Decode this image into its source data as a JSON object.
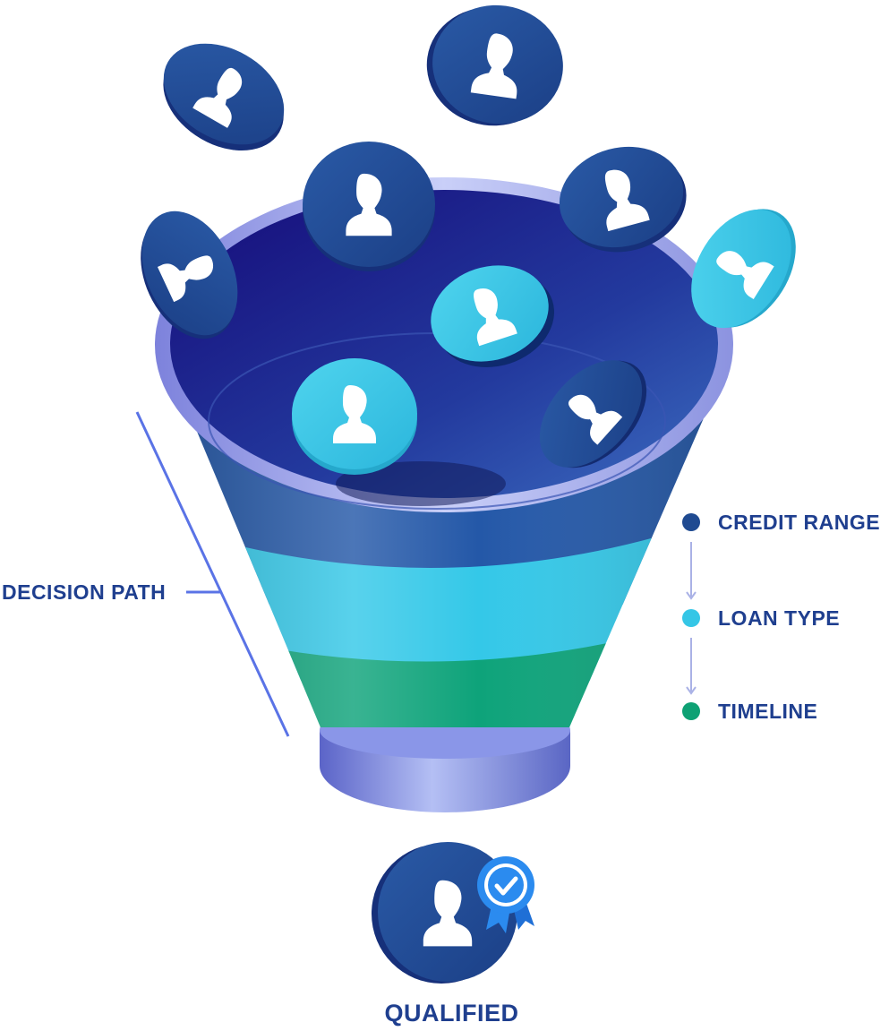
{
  "left_label": "DECISION PATH",
  "stages": [
    {
      "label": "CREDIT RANGE",
      "color": "#1f4a91"
    },
    {
      "label": "LOAN TYPE",
      "color": "#35c6e6"
    },
    {
      "label": "TIMELINE",
      "color": "#0ea174"
    }
  ],
  "bottom_label": "QUALIFIED",
  "colors": {
    "text": "#1f3f8f",
    "funnel_top": "#2456a8",
    "funnel_middle": "#33c7e8",
    "funnel_bottom": "#0ea37a",
    "funnel_rim": "#aab4f0",
    "coin_dark": "#1f4c93",
    "coin_light": "#3cc8e6",
    "badge": "#2b8bef"
  },
  "icons": [
    "person-icon",
    "badge-check-icon",
    "down-arrow-icon"
  ]
}
